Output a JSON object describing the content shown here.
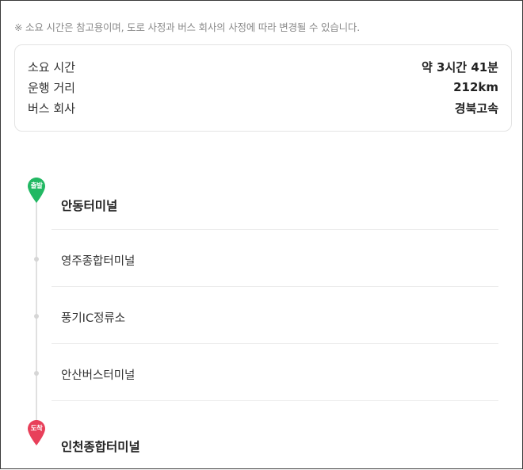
{
  "notice": "※ 소요 시간은 참고용이며, 도로 사정과 버스 회사의 사정에 따라 변경될 수 있습니다.",
  "info": [
    {
      "label": "소요 시간",
      "value": "약 3시간 41분"
    },
    {
      "label": "운행 거리",
      "value": "212km"
    },
    {
      "label": "버스 회사",
      "value": "경북고속"
    }
  ],
  "route": {
    "departure": {
      "badge": "출발",
      "name": "안동터미널"
    },
    "stops": [
      {
        "name": "영주종합터미널"
      },
      {
        "name": "풍기IC정류소"
      },
      {
        "name": "안산버스터미널"
      }
    ],
    "arrival": {
      "badge": "도착",
      "name": "인천종합터미널"
    }
  },
  "colors": {
    "departure_pin": "#22b863",
    "arrival_pin": "#e8405a",
    "route_line": "#e0e0e0"
  }
}
